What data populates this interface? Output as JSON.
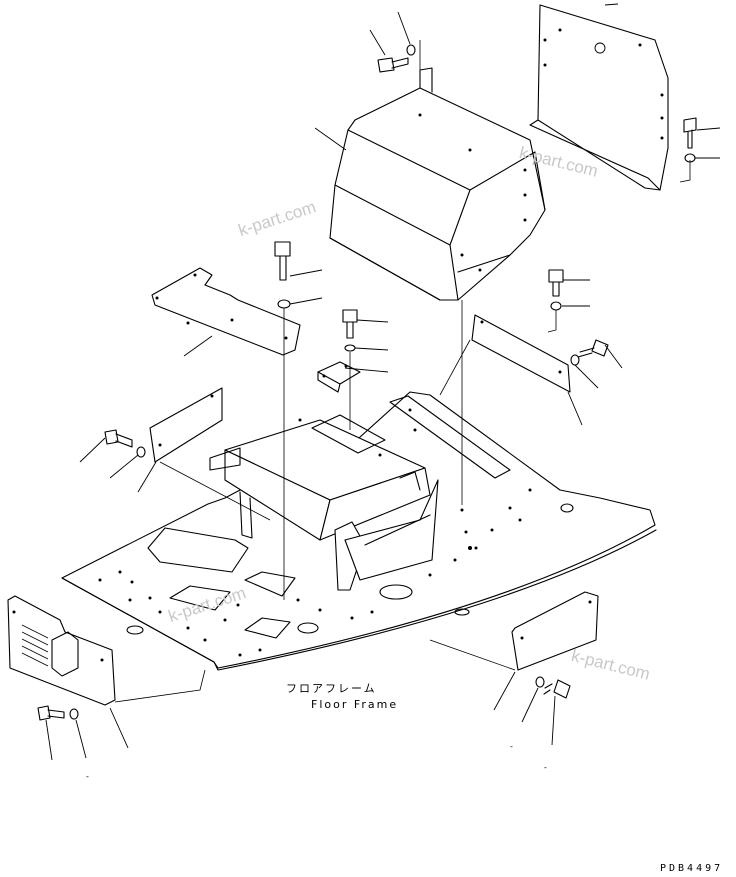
{
  "labels": {
    "japanese": "フロアフレーム",
    "english": "Floor Frame",
    "drawing_code": "PDB4497"
  },
  "watermarks": [
    "k-part.com",
    "k-part.com",
    "k-part.com",
    "k-part.com"
  ],
  "minor_marks": [
    "-",
    "-",
    "-"
  ],
  "colors": {
    "line": "#000000",
    "watermark": "#c8c8c8",
    "background": "#ffffff"
  }
}
